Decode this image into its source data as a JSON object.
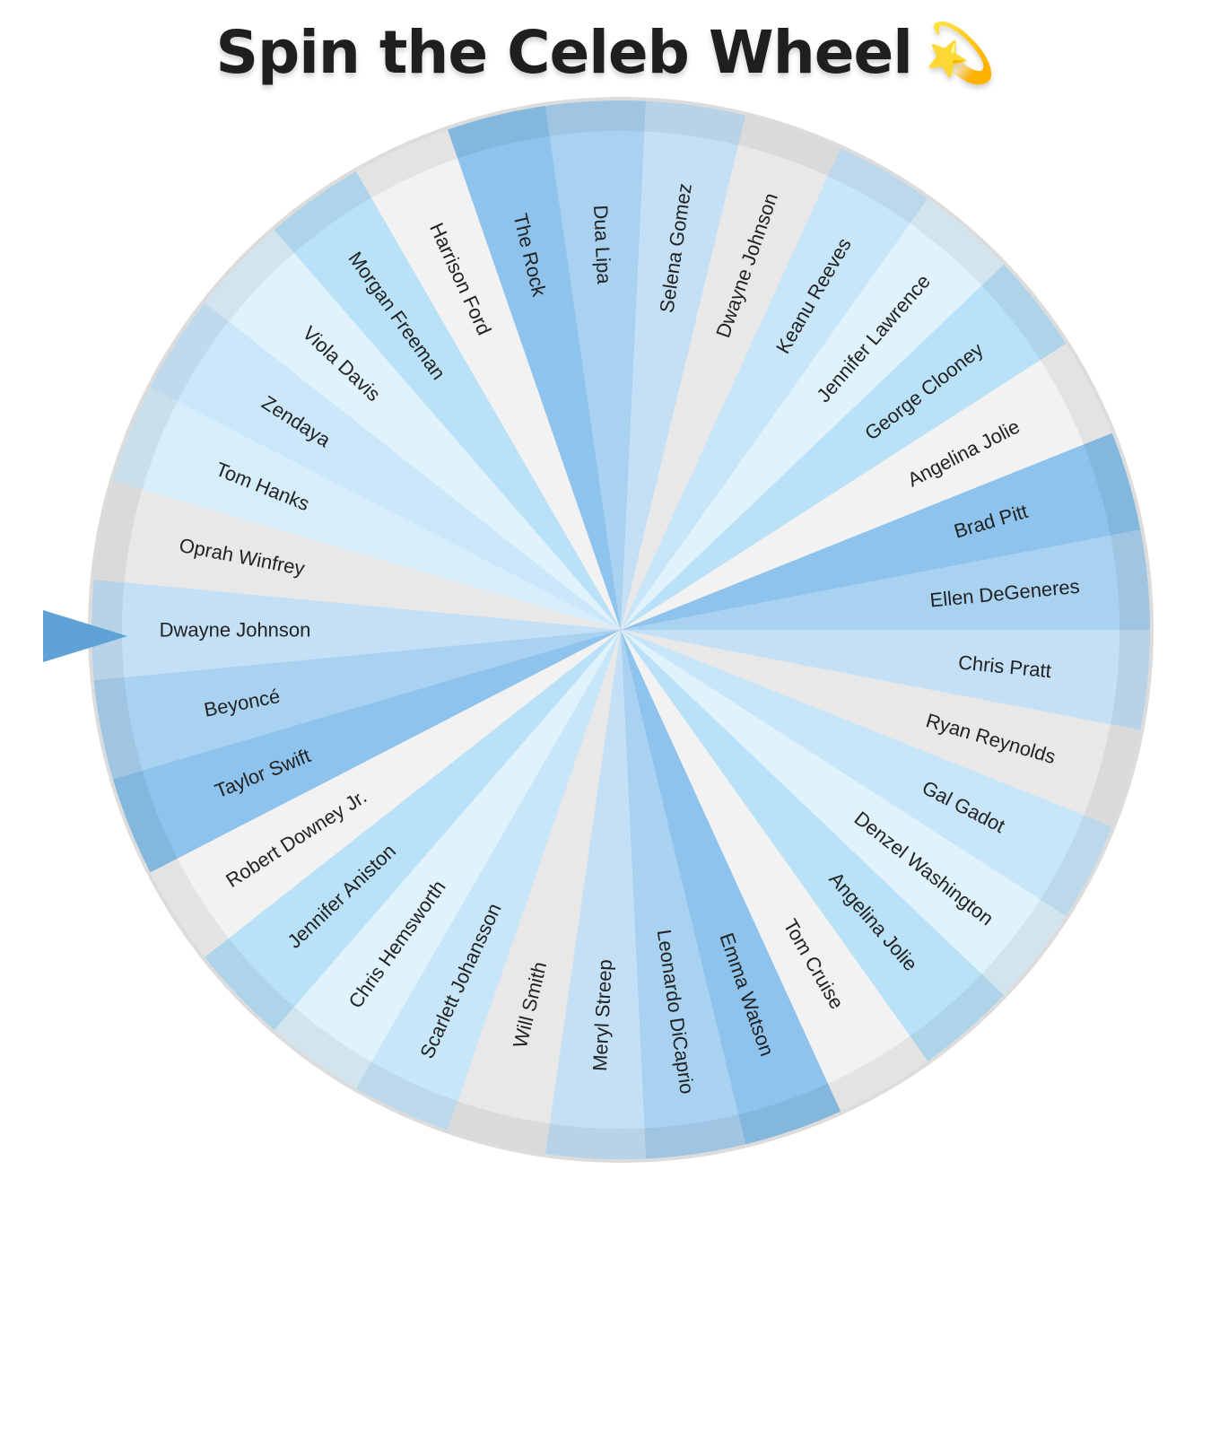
{
  "title": "Spin the Celeb Wheel",
  "title_emoji": "💫",
  "pointer": {
    "color": "#5fa3d6",
    "selected_label": "Dwayne Johnson"
  },
  "colors": {
    "rim": "#dcdcdc",
    "palette": [
      "#c4e0f6",
      "#a9d2f1",
      "#8dc3ec",
      "#e8e8e8",
      "#c8e6fa",
      "#f2f2f2",
      "#e0f3fd",
      "#b9e2f8",
      "#d6eefb"
    ]
  },
  "wheel": {
    "segments": [
      {
        "label": "Dwayne Johnson",
        "color": "#c4e0f6"
      },
      {
        "label": "Oprah Winfrey",
        "color": "#e8e8e8"
      },
      {
        "label": "Tom Hanks",
        "color": "#d6eefb"
      },
      {
        "label": "Zendaya",
        "color": "#cbe8fb"
      },
      {
        "label": "Viola Davis",
        "color": "#e0f3fd"
      },
      {
        "label": "Morgan Freeman",
        "color": "#b9e2f8"
      },
      {
        "label": "Harrison Ford",
        "color": "#f2f2f2"
      },
      {
        "label": "The Rock",
        "color": "#8dc3ec"
      },
      {
        "label": "Dua Lipa",
        "color": "#a9d2f1"
      },
      {
        "label": "Selena Gomez",
        "color": "#c4e0f6"
      },
      {
        "label": "Dwayne Johnson",
        "color": "#e8e8e8"
      },
      {
        "label": "Keanu Reeves",
        "color": "#c8e6fa"
      },
      {
        "label": "Jennifer Lawrence",
        "color": "#e0f3fd"
      },
      {
        "label": "George Clooney",
        "color": "#b9e2f8"
      },
      {
        "label": "Angelina Jolie",
        "color": "#f2f2f2"
      },
      {
        "label": "Brad Pitt",
        "color": "#8dc3ec"
      },
      {
        "label": "Ellen DeGeneres",
        "color": "#a9d2f1"
      },
      {
        "label": "Chris Pratt",
        "color": "#c4e0f6"
      },
      {
        "label": "Ryan Reynolds",
        "color": "#e8e8e8"
      },
      {
        "label": "Gal Gadot",
        "color": "#c8e6fa"
      },
      {
        "label": "Denzel Washington",
        "color": "#e0f3fd"
      },
      {
        "label": "Angelina Jolie",
        "color": "#b9e2f8"
      },
      {
        "label": "Tom Cruise",
        "color": "#f2f2f2"
      },
      {
        "label": "Emma Watson",
        "color": "#8dc3ec"
      },
      {
        "label": "Leonardo DiCaprio",
        "color": "#a9d2f1"
      },
      {
        "label": "Meryl Streep",
        "color": "#c4e0f6"
      },
      {
        "label": "Will Smith",
        "color": "#e8e8e8"
      },
      {
        "label": "Scarlett Johansson",
        "color": "#c8e6fa"
      },
      {
        "label": "Chris Hemsworth",
        "color": "#e0f3fd"
      },
      {
        "label": "Jennifer Aniston",
        "color": "#b9e2f8"
      },
      {
        "label": "Robert Downey Jr.",
        "color": "#f2f2f2"
      },
      {
        "label": "Taylor Swift",
        "color": "#8dc3ec"
      },
      {
        "label": "Beyoncé",
        "color": "#a9d2f1"
      }
    ]
  }
}
